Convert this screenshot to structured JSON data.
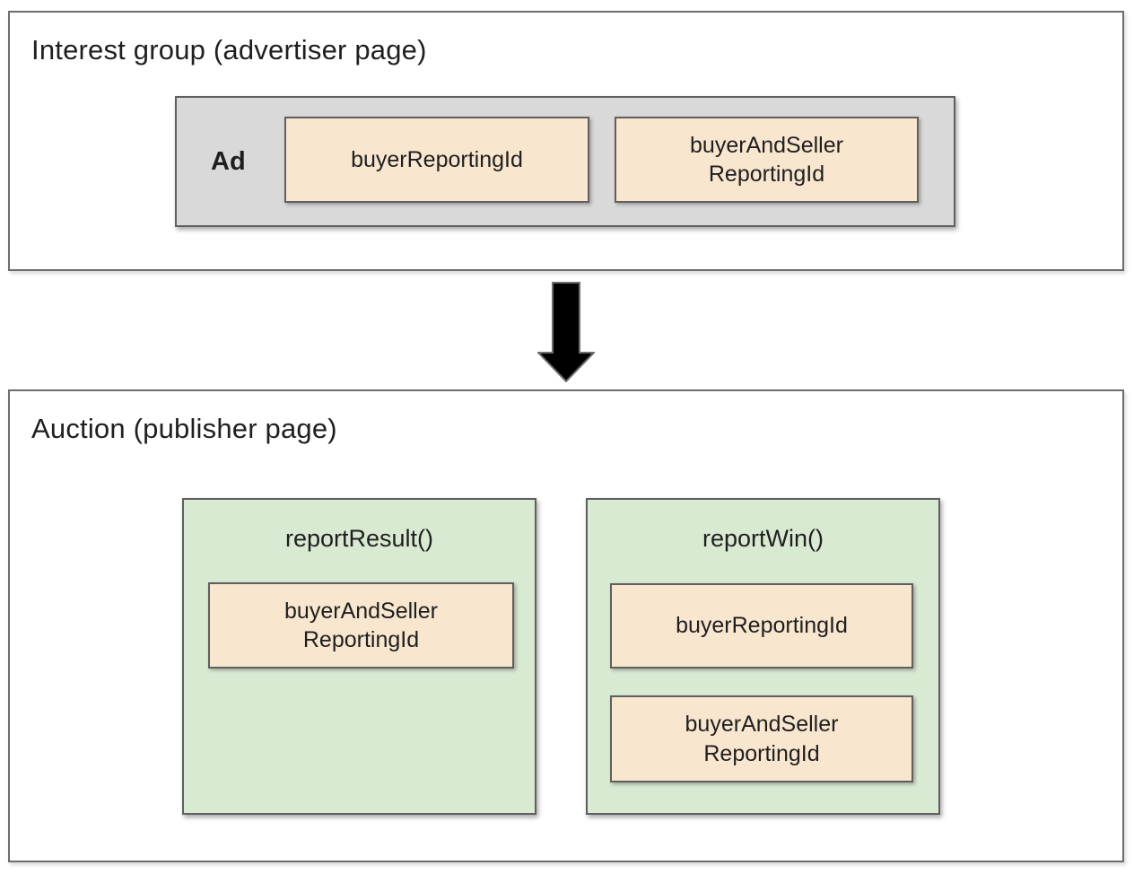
{
  "diagram": {
    "interest_group": {
      "title": "Interest group (advertiser page)",
      "ad": {
        "label": "Ad",
        "buyer_reporting_id": "buyerReportingId",
        "buyer_and_seller_reporting_id": "buyerAndSeller\nReportingId"
      }
    },
    "arrow_icon": "down-arrow",
    "auction": {
      "title": "Auction (publisher page)",
      "report_result": {
        "title": "reportResult()",
        "buyer_and_seller_reporting_id": "buyerAndSeller\nReportingId"
      },
      "report_win": {
        "title": "reportWin()",
        "buyer_reporting_id": "buyerReportingId",
        "buyer_and_seller_reporting_id": "buyerAndSeller\nReportingId"
      }
    },
    "colors": {
      "ad_box_bg": "#d9d9d9",
      "field_bg": "#f9e6cf",
      "function_box_bg": "#d9ead3",
      "box_border": "#5f5f5f",
      "outer_border": "#6d6d6d",
      "arrow_fill": "#000000",
      "text": "#1f1f1f"
    }
  }
}
